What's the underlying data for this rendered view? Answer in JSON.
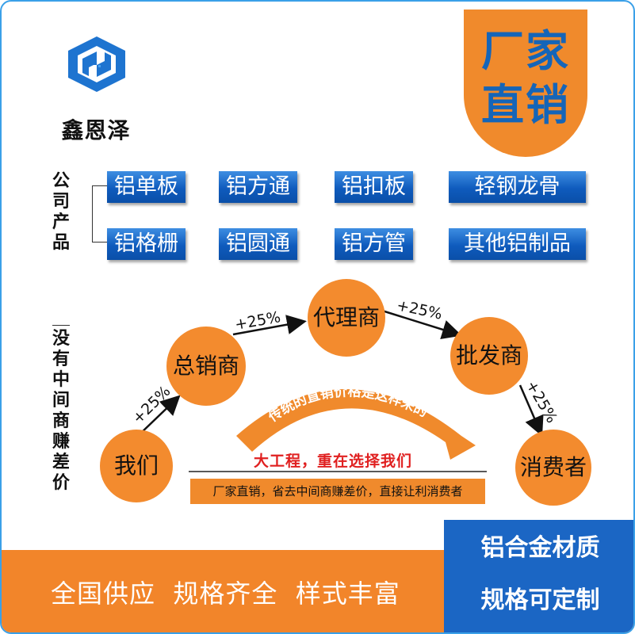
{
  "brand": {
    "name": "鑫恩泽"
  },
  "badge": {
    "line1": "厂家",
    "line2": "直销"
  },
  "products": {
    "label": "公司产品",
    "items": [
      "铝单板",
      "铝方通",
      "铝扣板",
      "轻钢龙骨",
      "铝格栅",
      "铝圆通",
      "铝方管",
      "其他铝制品"
    ]
  },
  "flow": {
    "label": "没有中间商赚差价",
    "nodes": {
      "us": "我们",
      "general": "总销商",
      "agent": "代理商",
      "wholesale": "批发商",
      "consumer": "消费者"
    },
    "markup": "+25%",
    "arc_text": "传统的直销价格是这样来的",
    "slogan_main": "大工程，重在选择我们",
    "slogan_sub": "厂家直销，省去中间商赚差价，直接让利消费者"
  },
  "footer": {
    "left": "全国供应  规格齐全  样式丰富",
    "right_line1": "铝合金材质",
    "right_line2": "规格可定制"
  },
  "colors": {
    "orange": "#f08a2c",
    "blue": "#1565b8",
    "red": "#e02020"
  }
}
